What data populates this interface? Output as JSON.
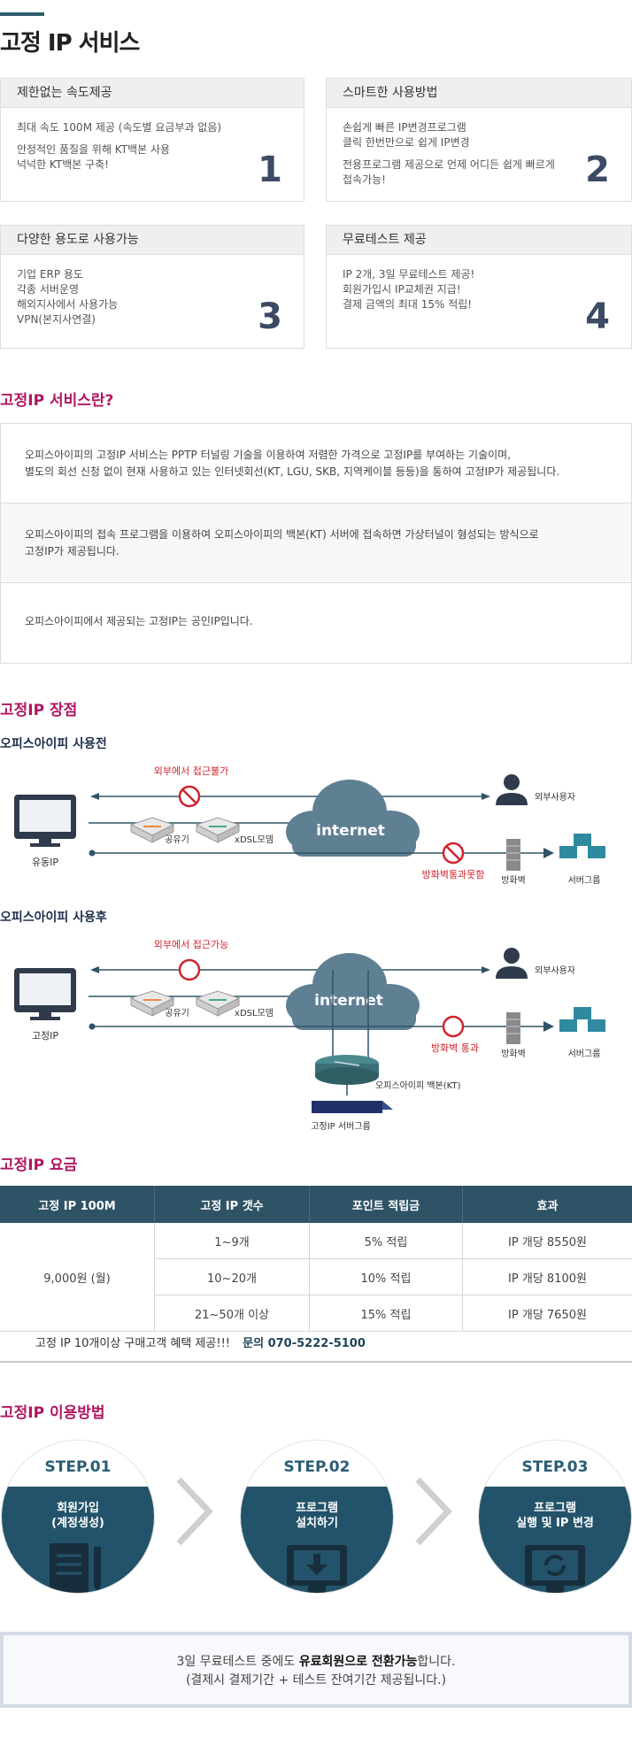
{
  "page": {
    "title": "고정 IP 서비스"
  },
  "features": [
    {
      "title": "제한없는 속도제공",
      "lines": [
        "최대 속도 100M 제공 (속도별 요금부과 없음)",
        "안정적인 품질을 위해 KT백본 사용",
        "넉넉한 KT백본 구축!"
      ],
      "num": "1"
    },
    {
      "title": "스마트한 사용방법",
      "lines": [
        "손쉽게 빠른 IP변경프로그램",
        "클릭 한번만으로 쉽게 IP변경"
      ],
      "lines2": [
        "전용프로그램 제공으로 언제 어디든 쉽게 빠르게",
        "접속가능!"
      ],
      "num": "2"
    },
    {
      "title": "다양한 용도로 사용가능",
      "lines": [
        "기업 ERP 용도",
        "각종 서버운영",
        "해외지사에서 사용가능",
        "VPN(본지사연결)"
      ],
      "num": "3"
    },
    {
      "title": "무료테스트 제공",
      "lines": [
        "IP 2개, 3일 무료테스트 제공!",
        "회원가입시 IP교체권 지급!",
        "결제 금액의 최대 15% 적립!"
      ],
      "num": "4"
    }
  ],
  "about": {
    "title": "고정IP 서비스란?",
    "p1a": "오피스아이피의 고정IP 서비스는 PPTP 터널링 기술을 이용하여 저렴한 가격으로 고정IP를 부여하는 기술이며,",
    "p1b": "별도의 회선 신청 없이 현재 사용하고 있는 인터넷회선(KT, LGU, SKB, 지역케이블 등등)을 통하여 고정IP가 제공됩니다.",
    "p2a": "오피스아이피의 접속 프로그램을 이용하여 오피스아이피의 백본(KT) 서버에 접속하면 가상터널이 형성되는 방식으로",
    "p2b": "고정IP가 제공됩니다.",
    "p3": "오피스아이피에서 제공되는 고정IP는 공인IP입니다."
  },
  "advantages": {
    "title": "고정IP 장점",
    "before": {
      "subtitle": "오피스아이피 사용전",
      "top_label": "외부에서 접근불가",
      "router": "공유기",
      "modem": "xDSL모뎀",
      "internet": "internet",
      "pc": "유동IP",
      "external_user": "외부사용자",
      "firewall_block": "방화벽통과못함",
      "firewall": "방화벽",
      "server_group": "서버그룹"
    },
    "after": {
      "subtitle": "오피스아이피 사용후",
      "top_label": "외부에서 접근가능",
      "router": "공유기",
      "modem": "xDSL모뎀",
      "internet": "internet",
      "pc": "고정IP",
      "external_user": "외부사용자",
      "firewall_pass": "방화벽 통과",
      "firewall": "방화벽",
      "server_group": "서버그룹",
      "backbone": "오피스아이피 백본(KT)",
      "server": "고정IP 서버그룹"
    }
  },
  "pricing": {
    "title": "고정IP 요금",
    "headers": [
      "고정 IP 100M",
      "고정 IP 갯수",
      "포인트 적립금",
      "효과"
    ],
    "price": "9,000원 (월)",
    "rows": [
      [
        "1~9개",
        "5% 적립",
        "IP 개당 8550원"
      ],
      [
        "10~20개",
        "10% 적립",
        "IP 개당 8100원"
      ],
      [
        "21~50개 이상",
        "15% 적립",
        "IP 개당 7650원"
      ]
    ],
    "note": "고정 IP 10개이상 구매고객 혜택 제공!!!",
    "contact": "문의 070-5222-5100"
  },
  "usage": {
    "title": "고정IP 이용방법",
    "steps": [
      {
        "step": "STEP.01",
        "l1": "회원가입",
        "l2": "(계정생성)"
      },
      {
        "step": "STEP.02",
        "l1": "프로그램",
        "l2": "설치하기"
      },
      {
        "step": "STEP.03",
        "l1": "프로그램",
        "l2": "실행 및 IP 변경"
      }
    ]
  },
  "bottom_note": {
    "a": "3일 무료테스트 중에도 ",
    "b": "유료회원으로 전환가능",
    "c": "합니다.",
    "line2": "(결제시 결제기간 + 테스트 잔여기간 제공됩니다.)"
  },
  "colors": {
    "accent": "#b01660",
    "navy": "#2e5366",
    "number": "#3c4a63"
  }
}
